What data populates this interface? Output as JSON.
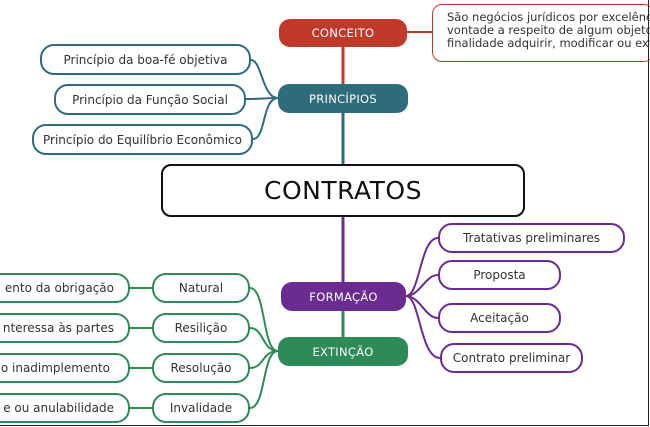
{
  "center": "CONTRATOS",
  "colors": {
    "conceito": "#c0392b",
    "principios": "#2e6b7b",
    "formacao": "#6a2c91",
    "extincao": "#2e8b57"
  },
  "conceito": {
    "label": "CONCEITO",
    "note": [
      "São negócios jurídicos por excelência, po",
      "vontade a respeito de algum objeto perm",
      "finalidade adquirir, modificar ou extin"
    ]
  },
  "principios": {
    "label": "PRINCÍPIOS",
    "items": [
      "Princípio da boa-fé objetiva",
      "Princípio da Função Social",
      "Princípio do Equilíbrio Econômico"
    ]
  },
  "formacao": {
    "label": "FORMAÇÃO",
    "items": [
      "Tratativas preliminares",
      "Proposta",
      "Aceitação",
      "Contrato preliminar"
    ]
  },
  "extincao": {
    "label": "EXTINÇÃO",
    "items": [
      "Natural",
      "Resilição",
      "Resolução",
      "Invalidade"
    ],
    "details": [
      "ento da obrigação",
      "nteressa às partes",
      "o inadimplemento",
      "e ou anulabilidade"
    ]
  }
}
